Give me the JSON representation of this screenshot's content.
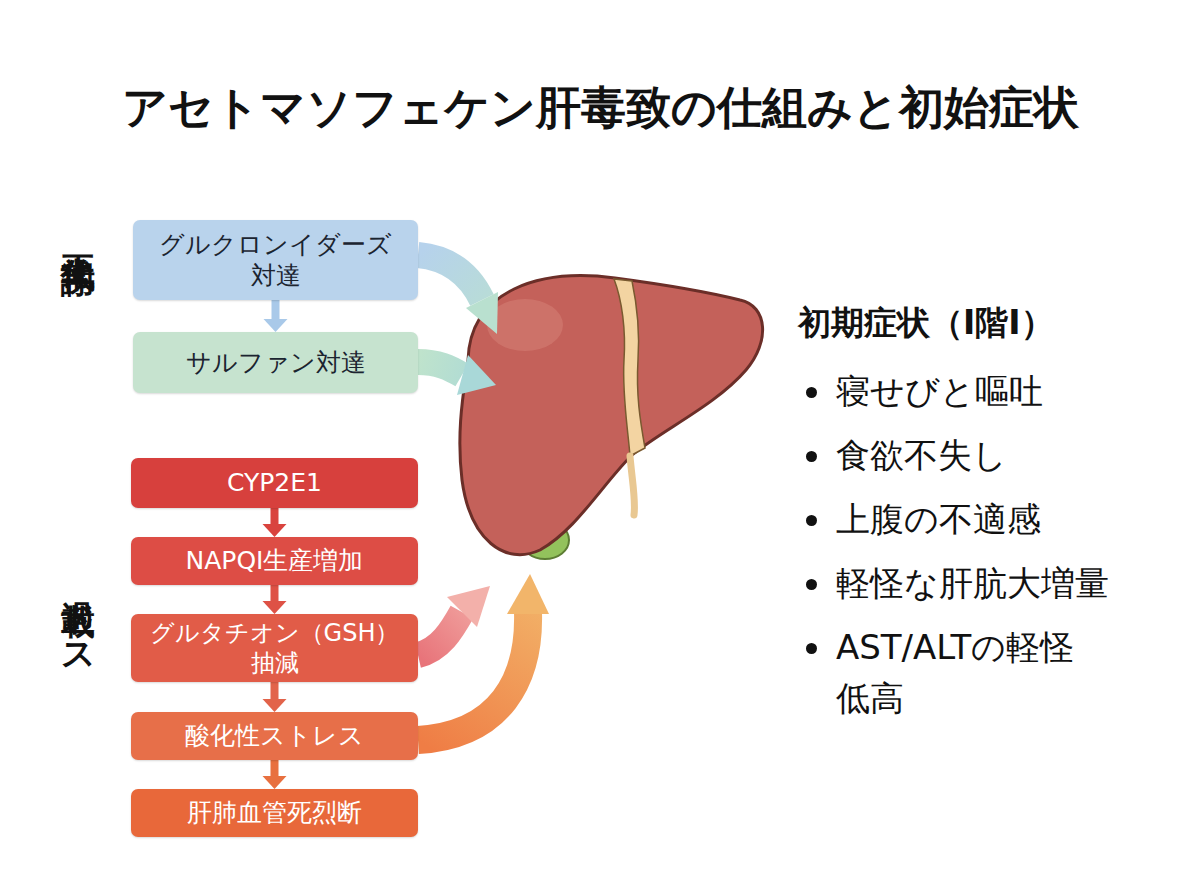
{
  "diagram": {
    "title": "アセトマソフェケン肝毒致の仕組みと初始症状",
    "nodes": [
      {
        "text": [
          "グルクロンイダーズ 対達"
        ]
      },
      {
        "text": [
          "サルファン対達"
        ]
      },
      {
        "text": [
          "CYP2E1"
        ]
      },
      {
        "text": [
          "NAPQI生産増加"
        ]
      },
      {
        "text": [
          "グルタチオン（GSH） 抽減"
        ]
      },
      {
        "text": [
          "酸化性ストレス"
        ]
      },
      {
        "text": [
          "肝肺血管死烈断"
        ]
      }
    ],
    "edges": [
      {
        "from": 0,
        "to": 1,
        "arrow": "to"
      },
      {
        "from": 2,
        "to": 3,
        "arrow": "to"
      },
      {
        "from": 3,
        "to": 4,
        "arrow": "to"
      },
      {
        "from": 4,
        "to": 5,
        "arrow": "to"
      },
      {
        "from": 5,
        "to": 6,
        "arrow": "to"
      }
    ],
    "labels": [
      "正常代謝",
      "過載ドス",
      "初期症状（I階I）",
      "寝せびと嘔吐",
      "食欲不失し",
      "上腹の不適感",
      "軽怪な肝肮大増量",
      "AST/ALTの軽怪 低高"
    ]
  }
}
